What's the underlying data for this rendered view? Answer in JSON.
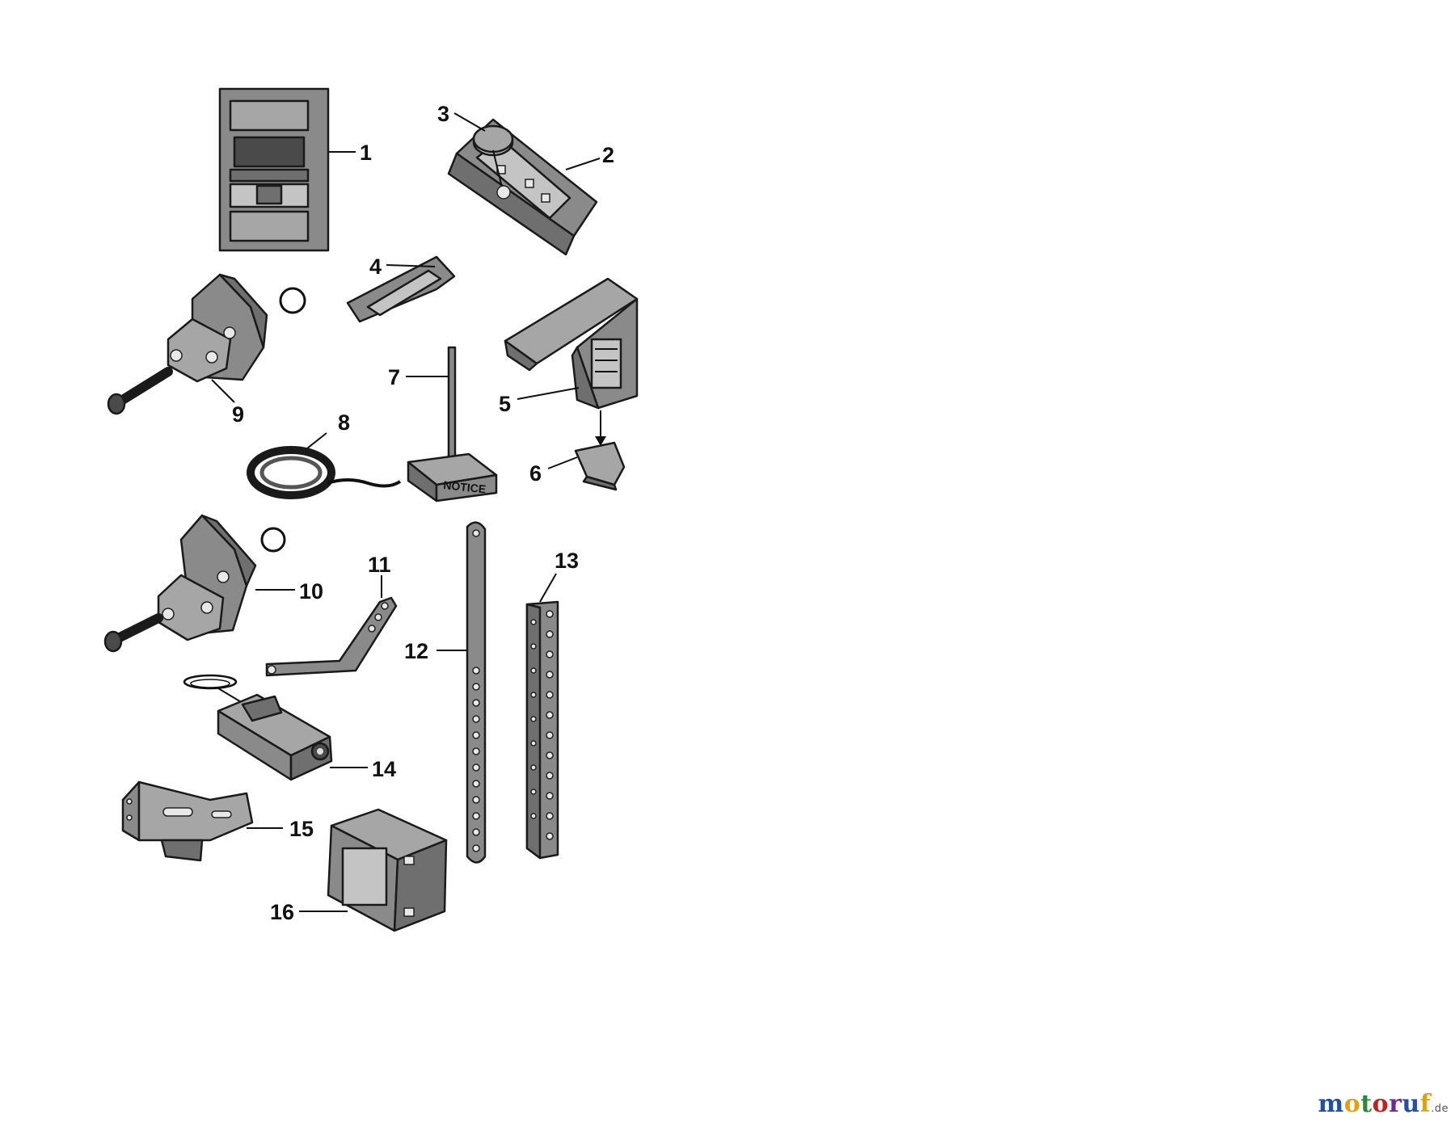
{
  "labels": [
    "1",
    "2",
    "3",
    "4",
    "5",
    "6",
    "7",
    "8",
    "9",
    "10",
    "11",
    "12",
    "13",
    "14",
    "15",
    "16"
  ],
  "notice_text": "NOTICE",
  "watermark": {
    "letters": [
      "m",
      "o",
      "t",
      "o",
      "r",
      "u",
      "f"
    ],
    "colors": [
      "#1f4fa8",
      "#e0a010",
      "#2a8a3a",
      "#c02020",
      "#6a2a9a",
      "#1f4fa8",
      "#e0a010"
    ],
    "tld": ".de"
  }
}
